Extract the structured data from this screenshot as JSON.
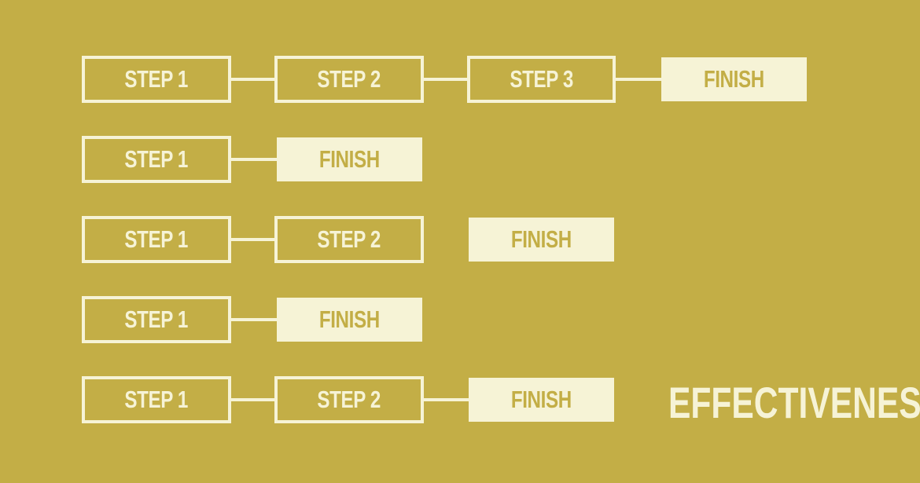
{
  "rows": [
    {
      "steps": [
        "STEP 1",
        "STEP 2",
        "STEP 3"
      ],
      "finish": "FINISH"
    },
    {
      "steps": [
        "STEP 1"
      ],
      "finish": "FINISH"
    },
    {
      "steps": [
        "STEP 1",
        "STEP 2"
      ],
      "finish": "FINISH"
    },
    {
      "steps": [
        "STEP 1"
      ],
      "finish": "FINISH"
    },
    {
      "steps": [
        "STEP 1",
        "STEP 2"
      ],
      "finish": "FINISH"
    }
  ],
  "caption": "EFFECTIVENESS",
  "colors": {
    "background": "#c3ae46",
    "light": "#f6f3d6"
  }
}
